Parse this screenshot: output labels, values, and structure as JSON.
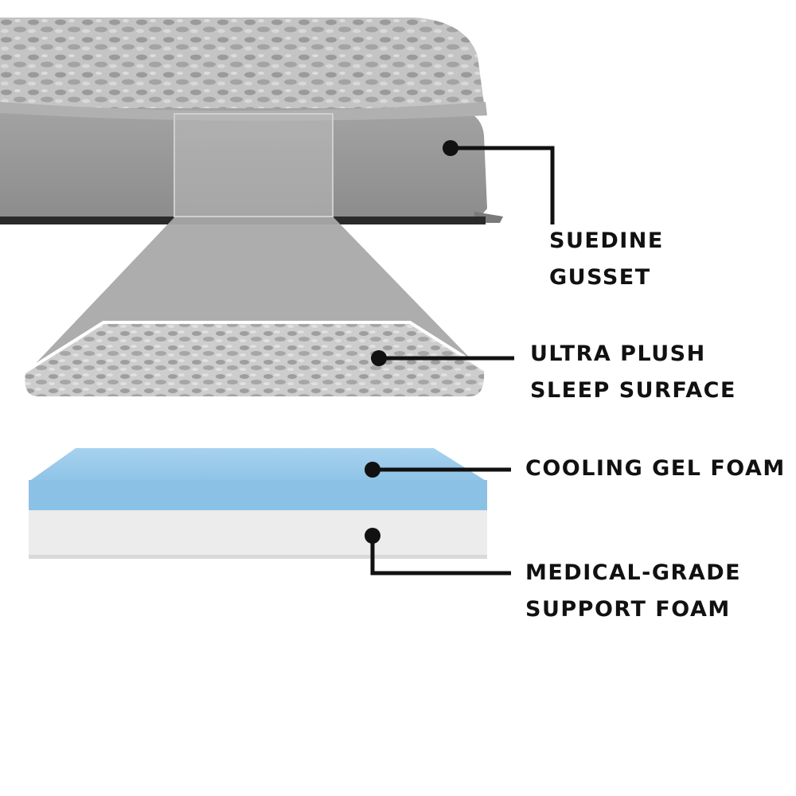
{
  "callouts": [
    {
      "id": "suedine-gusset",
      "lines": [
        "SUEDINE",
        "GUSSET"
      ]
    },
    {
      "id": "ultra-plush",
      "lines": [
        "ULTRA PLUSH",
        "SLEEP SURFACE"
      ]
    },
    {
      "id": "cooling-gel",
      "lines": [
        "COOLING GEL FOAM"
      ]
    },
    {
      "id": "support-foam",
      "lines": [
        "MEDICAL-GRADE",
        "SUPPORT FOAM"
      ]
    }
  ],
  "colors": {
    "fur": "#bdbdbd",
    "fur_dark": "#8f8f8f",
    "gusset": "#9c9c9c",
    "zoom_cone": "#a9a9a9",
    "gel_top": "#9ccbe9",
    "gel_side": "#7fb8e0",
    "support_foam": "#ececec",
    "ink": "#111111"
  }
}
